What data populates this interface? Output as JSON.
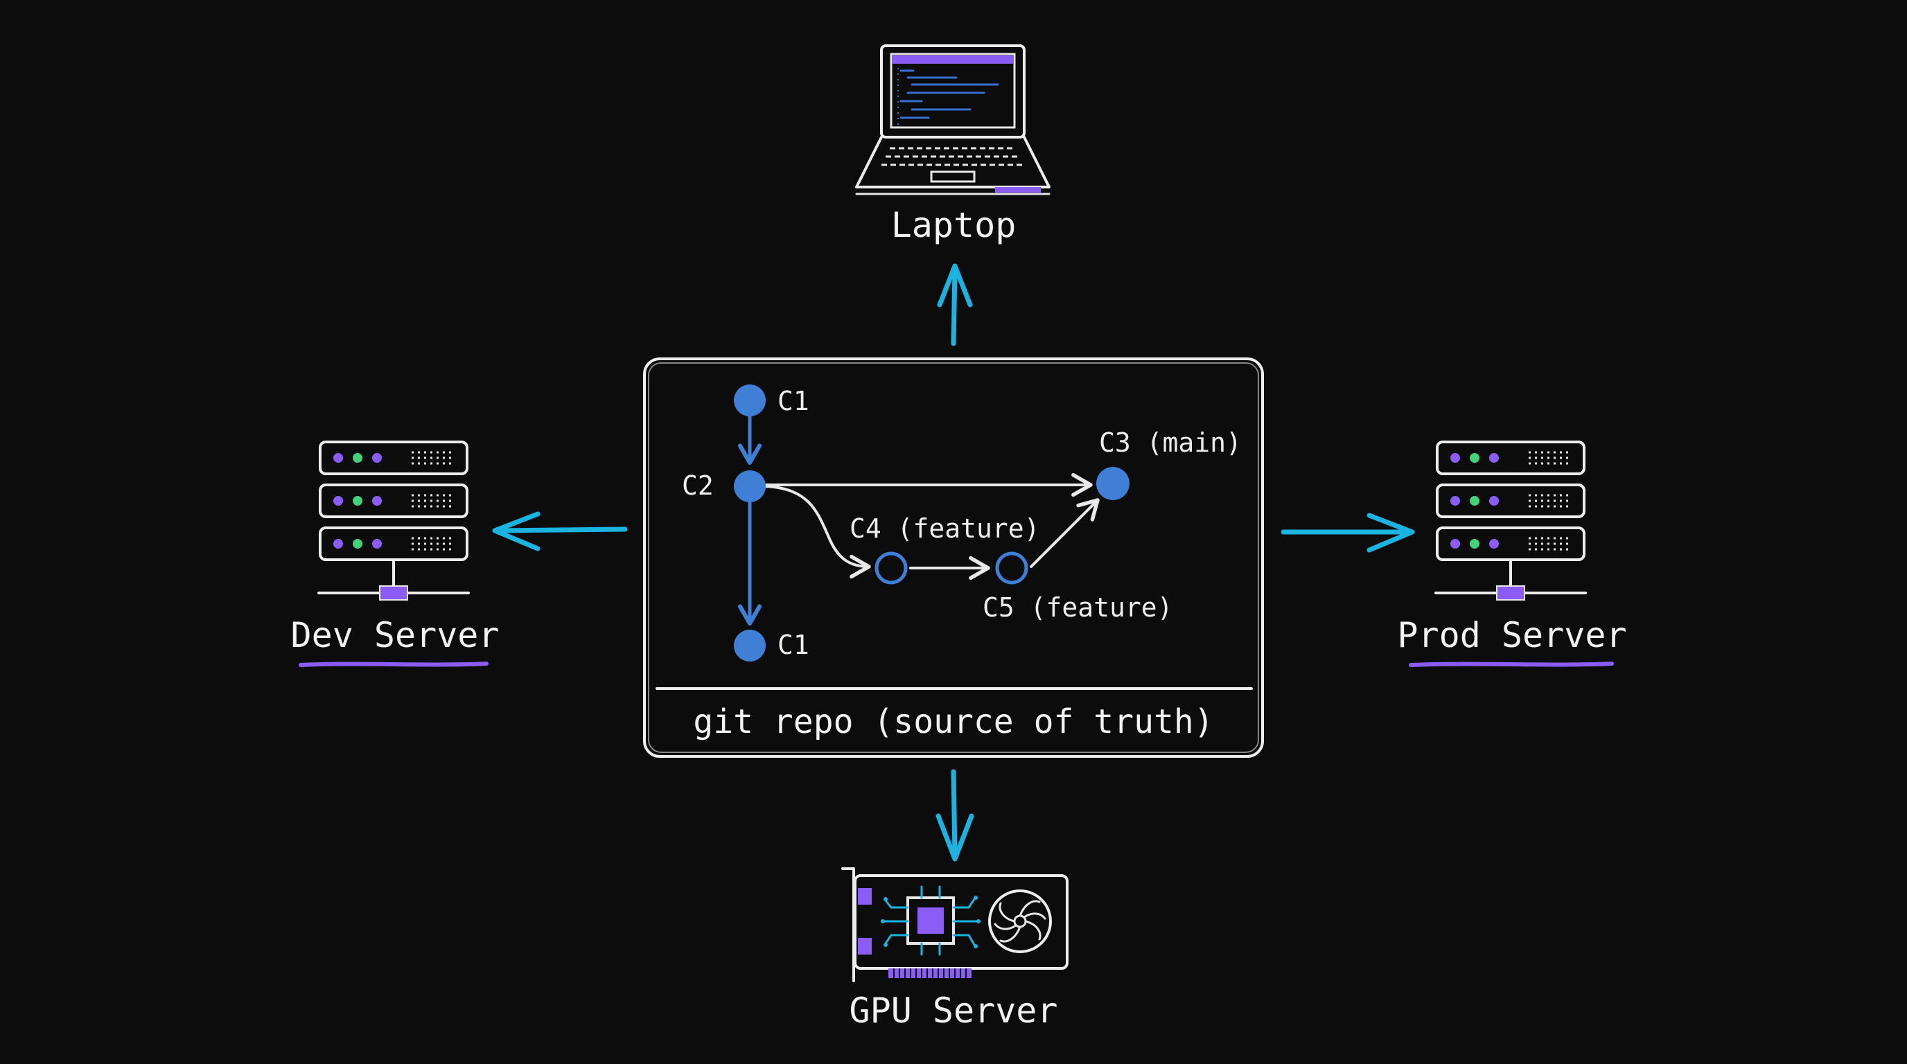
{
  "diagram": {
    "repo": {
      "label": "git repo (source of truth)"
    },
    "nodes": {
      "laptop": {
        "label": "Laptop",
        "icon": "laptop-icon"
      },
      "dev": {
        "label": "Dev Server",
        "icon": "server-rack-icon"
      },
      "prod": {
        "label": "Prod Server",
        "icon": "server-rack-icon"
      },
      "gpu": {
        "label": "GPU Server",
        "icon": "gpu-card-icon"
      }
    },
    "commits": {
      "c1_top": "C1",
      "c2": "C2",
      "c1_bottom": "C1",
      "c3": "C3 (main)",
      "c4": "C4 (feature)",
      "c5": "C5 (feature)"
    },
    "colors": {
      "background": "#0c0c0d",
      "arrow": "#1bb3e0",
      "commit": "#3f7fd6",
      "accent": "#8b5cf6",
      "led_green": "#43d17a",
      "led_purple": "#8b5cf6"
    }
  }
}
